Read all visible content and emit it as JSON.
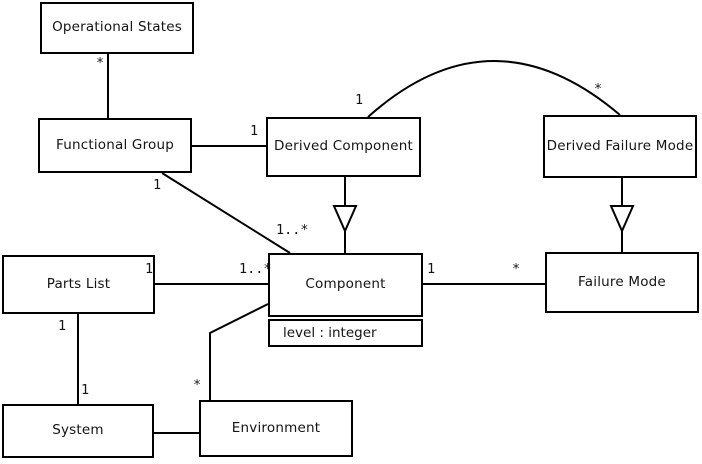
{
  "diagram": {
    "type": "uml-class-diagram",
    "colors": {
      "background": "#ffffff",
      "line": "#000000",
      "text": "#141414",
      "box_fill": "#ffffff"
    }
  },
  "classes": {
    "operational_states": {
      "name": "Operational States"
    },
    "functional_group": {
      "name": "Functional Group"
    },
    "derived_component": {
      "name": "Derived Component"
    },
    "derived_failure_mode": {
      "name": "Derived Failure Mode"
    },
    "parts_list": {
      "name": "Parts List"
    },
    "component": {
      "name": "Component",
      "attribute": "level : integer"
    },
    "failure_mode": {
      "name": "Failure Mode"
    },
    "system": {
      "name": "System"
    },
    "environment": {
      "name": "Environment"
    }
  },
  "multiplicities": {
    "operational_states_end": "*",
    "derived_component_near_fg_line": "1",
    "arc_derived_component_end": "1",
    "arc_derived_failure_mode_end": "*",
    "functional_group_component_src": "1",
    "functional_group_component_dst": "1..*",
    "parts_list_component_src": "1",
    "parts_list_component_dst": "1..*",
    "component_failure_mode_src": "1",
    "component_failure_mode_dst": "*",
    "parts_list_system_src": "1",
    "parts_list_system_dst": "1",
    "environment_component_end": "*"
  },
  "relationships": [
    {
      "from": "Operational States",
      "to": "Functional Group",
      "type": "association",
      "from_multiplicity": "*"
    },
    {
      "from": "Functional Group",
      "to": "Derived Component",
      "type": "association",
      "to_multiplicity": "1"
    },
    {
      "from": "Derived Component",
      "to": "Derived Failure Mode",
      "type": "association-arc",
      "from_multiplicity": "1",
      "to_multiplicity": "*"
    },
    {
      "from": "Derived Component",
      "to": "Component",
      "type": "generalization"
    },
    {
      "from": "Derived Failure Mode",
      "to": "Failure Mode",
      "type": "generalization"
    },
    {
      "from": "Functional Group",
      "to": "Component",
      "type": "association",
      "from_multiplicity": "1",
      "to_multiplicity": "1..*"
    },
    {
      "from": "Parts List",
      "to": "Component",
      "type": "association",
      "from_multiplicity": "1",
      "to_multiplicity": "1..*"
    },
    {
      "from": "Component",
      "to": "Failure Mode",
      "type": "association",
      "from_multiplicity": "1",
      "to_multiplicity": "*"
    },
    {
      "from": "Parts List",
      "to": "System",
      "type": "association",
      "from_multiplicity": "1",
      "to_multiplicity": "1"
    },
    {
      "from": "Component",
      "to": "Environment",
      "type": "association",
      "to_multiplicity": "*"
    },
    {
      "from": "System",
      "to": "Environment",
      "type": "association"
    }
  ]
}
